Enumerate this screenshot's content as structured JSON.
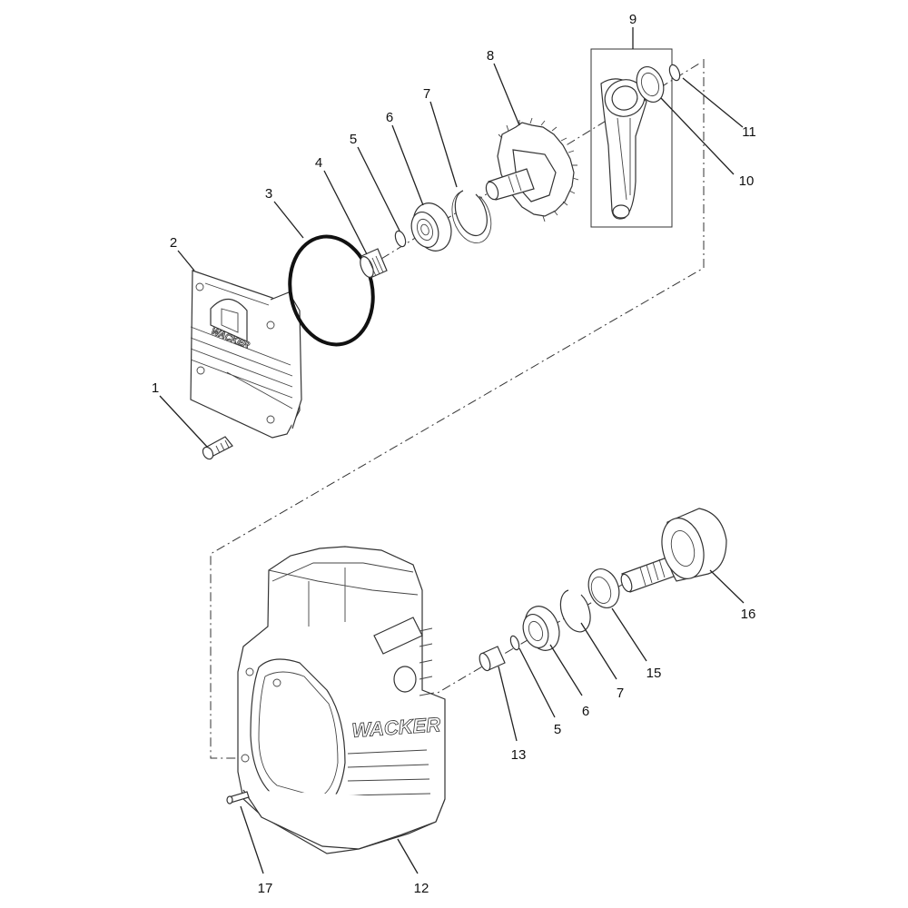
{
  "diagram": {
    "callouts": [
      {
        "id": "c1",
        "label": "1"
      },
      {
        "id": "c2",
        "label": "2"
      },
      {
        "id": "c3",
        "label": "3"
      },
      {
        "id": "c4",
        "label": "4"
      },
      {
        "id": "c5a",
        "label": "5"
      },
      {
        "id": "c6a",
        "label": "6"
      },
      {
        "id": "c7a",
        "label": "7"
      },
      {
        "id": "c8",
        "label": "8"
      },
      {
        "id": "c9",
        "label": "9"
      },
      {
        "id": "c10",
        "label": "10"
      },
      {
        "id": "c11",
        "label": "11"
      },
      {
        "id": "c12",
        "label": "12"
      },
      {
        "id": "c13",
        "label": "13"
      },
      {
        "id": "c5b",
        "label": "5"
      },
      {
        "id": "c6b",
        "label": "6"
      },
      {
        "id": "c7b",
        "label": "7"
      },
      {
        "id": "c15",
        "label": "15"
      },
      {
        "id": "c16",
        "label": "16"
      },
      {
        "id": "c17",
        "label": "17"
      }
    ],
    "cover_brand": "WACKER",
    "housing_brand": "WACKER"
  }
}
